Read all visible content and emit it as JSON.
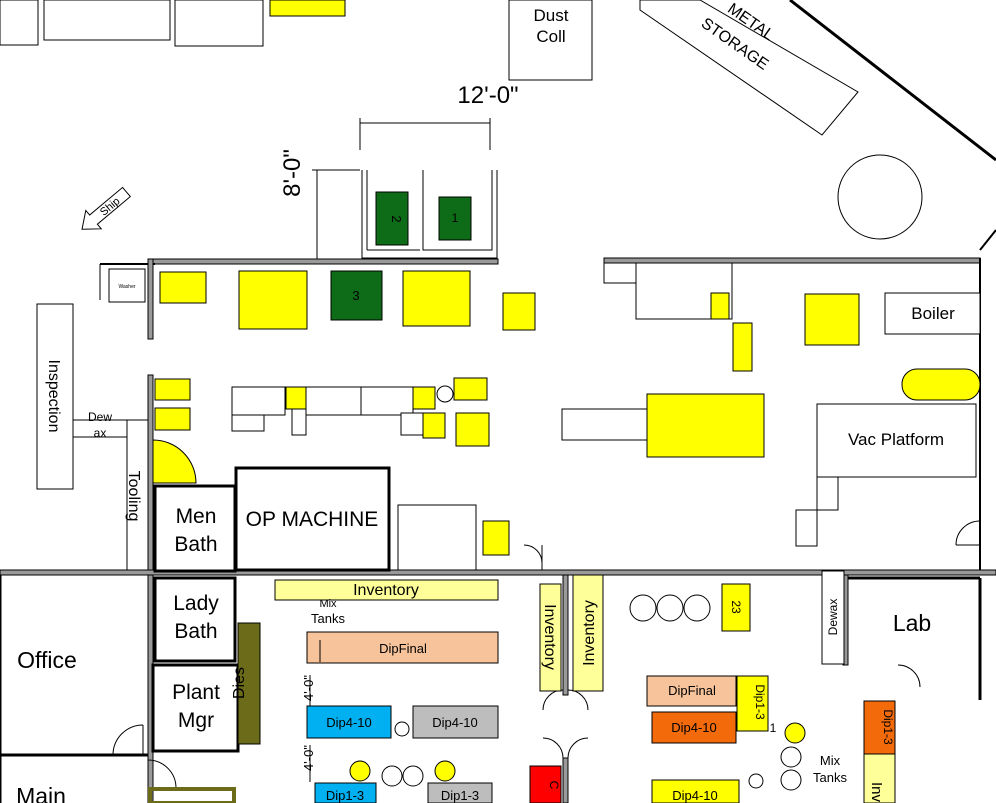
{
  "colors": {
    "yellow": "#ffff00",
    "dark_green": "#0e6b17",
    "peach": "#f7c39a",
    "cyan": "#00b0f0",
    "gray": "#bdbdbd",
    "orange": "#f26a0a",
    "red": "#ff0000",
    "pale_yellow": "#ffff99",
    "olive": "#6b6b1a"
  },
  "labels": {
    "dust_coll_1": "Dust",
    "dust_coll_2": "Coll",
    "metal_storage_1": "METAL",
    "metal_storage_2": "STORAGE",
    "dim_12": "12'-0\"",
    "dim_8": "8'-0\"",
    "ship": "Ship",
    "machine_1": "1",
    "machine_2": "2",
    "machine_3": "3",
    "inspection": "Inspection",
    "dewax_left_1": "Dew",
    "dewax_left_2": "ax",
    "tooling": "Tooling",
    "men_bath_1": "Men",
    "men_bath_2": "Bath",
    "op_machine": "OP MACHINE",
    "boiler": "Boiler",
    "vac_platform": "Vac Platform",
    "inventory_h": "Inventory",
    "inventory_v1": "Inventory",
    "inventory_v2": "Inventory",
    "lady_bath_1": "Lady",
    "lady_bath_2": "Bath",
    "office": "Office",
    "plant_mgr_1": "Plant",
    "plant_mgr_2": "Mgr",
    "dies": "Dies",
    "mix_tanks_left_1": "Mix",
    "mix_tanks_left_2": "Tanks",
    "dipfinal_left": "DipFinal",
    "dim_4_a": "4'-0\"",
    "dip4_10_cyan": "Dip4-10",
    "dip4_10_gray": "Dip4-10",
    "dim_4_b": "4'-0\"",
    "dip1_3_cyan": "Dip1-3",
    "dip1_3_gray": "Dip1-3",
    "main": "Main",
    "tank_23": "23",
    "dewax_right": "Dewax",
    "lab": "Lab",
    "dipfinal_right": "DipFinal",
    "dip1_3_yellow": "Dip1-3",
    "dip4_10_orange": "Dip4-10",
    "tank_1": "1",
    "mix_tanks_right_1": "Mix",
    "mix_tanks_right_2": "Tanks",
    "dip4_10_yellow": "Dip4-10",
    "dip1_3_orange": "Dip1-3",
    "inv_right": "Inv",
    "red_tank": "C",
    "small_box": "Washer"
  }
}
